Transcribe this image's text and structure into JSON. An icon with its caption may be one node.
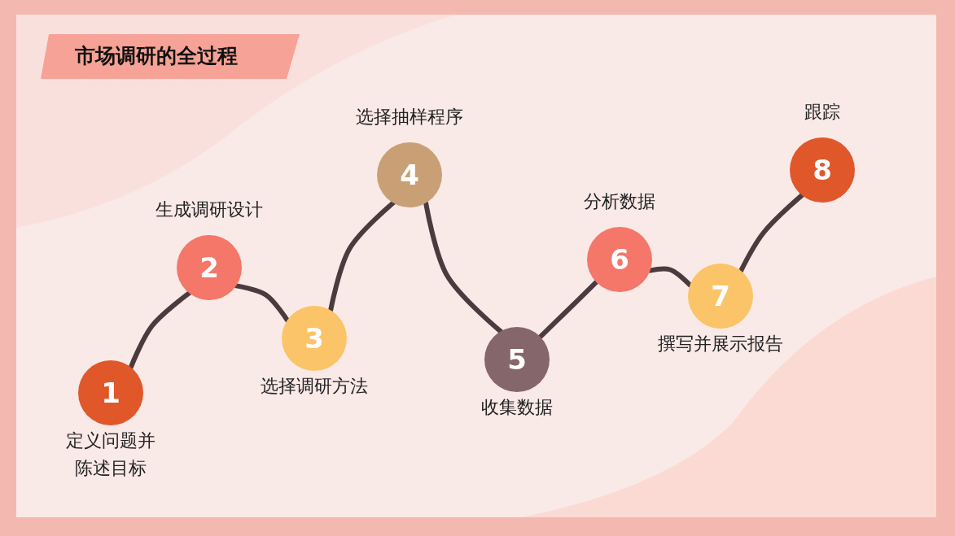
{
  "diagram": {
    "title": "市场调研的全过程",
    "nodes": [
      {
        "text": [
          "1"
        ],
        "beside": [
          "定义问题并陈述目标"
        ]
      },
      {
        "text": [
          "2"
        ],
        "beside": [
          "生成调研设计"
        ]
      },
      {
        "text": [
          "3"
        ],
        "beside": [
          "选择调研方法"
        ]
      },
      {
        "text": [
          "4"
        ],
        "beside": [
          "选择抽样程序"
        ]
      },
      {
        "text": [
          "5"
        ],
        "beside": [
          "收集数据"
        ]
      },
      {
        "text": [
          "6"
        ],
        "beside": [
          "分析数据"
        ]
      },
      {
        "text": [
          "7"
        ],
        "beside": [
          "撰写并展示报告"
        ]
      },
      {
        "text": [
          "8"
        ],
        "beside": [
          "跟踪"
        ]
      }
    ],
    "edges": [
      {
        "from": 0,
        "to": 1,
        "arrow": "none"
      },
      {
        "from": 1,
        "to": 2,
        "arrow": "none"
      },
      {
        "from": 2,
        "to": 3,
        "arrow": "none"
      },
      {
        "from": 3,
        "to": 4,
        "arrow": "none"
      },
      {
        "from": 4,
        "to": 5,
        "arrow": "none"
      },
      {
        "from": 5,
        "to": 6,
        "arrow": "none"
      },
      {
        "from": 6,
        "to": 7,
        "arrow": "none"
      }
    ]
  }
}
